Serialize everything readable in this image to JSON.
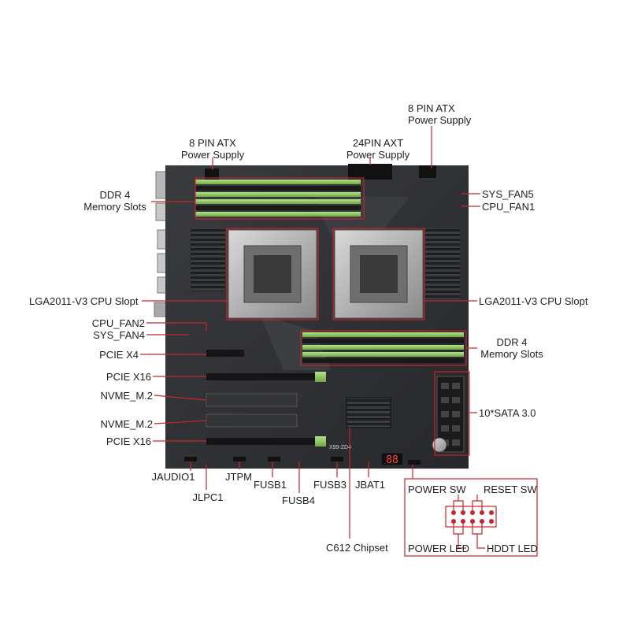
{
  "labels": {
    "atx8_left": [
      "8 PIN ATX",
      "Power Supply"
    ],
    "atx24": [
      "24PIN AXT",
      "Power Supply"
    ],
    "atx8_right": [
      "8 PIN ATX",
      "Power Supply"
    ],
    "ddr4_top": [
      "DDR 4",
      "Memory Slots"
    ],
    "ddr4_right": [
      "DDR 4",
      "Memory Slots"
    ],
    "sys_fan5": "SYS_FAN5",
    "cpu_fan1": "CPU_FAN1",
    "cpu_slot_left": "LGA2011-V3 CPU Slopt",
    "cpu_slot_right": "LGA2011-V3 CPU Slopt",
    "cpu_fan2": "CPU_FAN2",
    "sys_fan4": "SYS_FAN4",
    "pcie_x4": "PCIE X4",
    "pcie_x16_top": "PCIE X16",
    "nvme_top": "NVME_M.2",
    "nvme_bottom": "NVME_M.2",
    "pcie_x16_bottom": "PCIE X16",
    "sata": "10*SATA 3.0",
    "jaudio": "JAUDIO1",
    "jlpc": "JLPC1",
    "jtpm": "JTPM",
    "fusb1": "FUSB1",
    "fusb4": "FUSB4",
    "fusb3": "FUSB3",
    "jbat": "JBAT1",
    "chipset": "C612 Chipset",
    "power_sw": "POWER SW",
    "reset_sw": "RESET SW",
    "power_led": "POWER LED",
    "hddt_led": "HDDT LED",
    "board_marking": "X99-ZD4",
    "debug_display": "88"
  },
  "colors": {
    "callout": "#c4262e",
    "board": "#2f3033",
    "ram_slot": "#8fd15a",
    "pcb_text": "#cfcfcf"
  },
  "icons": {
    "cpu_socket": "cpu-socket-icon",
    "heatsink": "heatsink-icon",
    "header_pins": "pin-header-icon"
  }
}
